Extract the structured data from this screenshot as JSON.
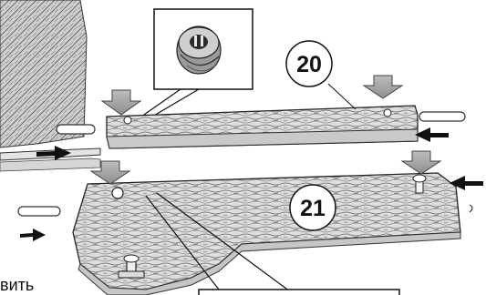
{
  "diagram": {
    "parts": [
      {
        "id": "board-upper",
        "label": "20"
      },
      {
        "id": "board-lower",
        "label": "21"
      }
    ],
    "hardware_detail": "cam-lock-fitting-icon",
    "icons": {
      "down_arrow": "down-arrow-icon",
      "left_arrow": "left-arrow-icon",
      "right_arrow": "right-arrow-icon",
      "dowel": "wooden-dowel-icon",
      "cam_bolt": "cam-bolt-icon"
    },
    "cut_off_text": "вить"
  }
}
